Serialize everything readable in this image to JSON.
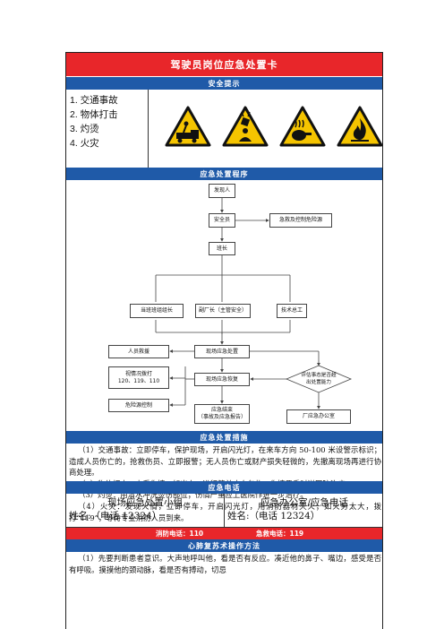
{
  "card_title": "驾驶员岗位应急处置卡",
  "sections": {
    "safety_tips": "安全提示",
    "procedure": "应急处置程序",
    "measures": "应急处置措施",
    "phone": "应急电话",
    "cpr": "心肺复苏术操作方法"
  },
  "hazards": [
    "1. 交通事故",
    "2. 物体打击",
    "3. 灼烫",
    "4. 火灾"
  ],
  "colors": {
    "red": "#e8262a",
    "blue": "#1f5aa8",
    "sign_yellow": "#f5c400"
  },
  "signs": [
    {
      "icon": "traffic-warning-icon"
    },
    {
      "icon": "falling-object-warning-icon"
    },
    {
      "icon": "burn-warning-icon"
    },
    {
      "icon": "fire-warning-icon"
    }
  ],
  "flow": {
    "discoverer": "发现人",
    "safety_officer": "安全员",
    "rescue": "急救及控制危险源",
    "team_leader": "班长",
    "shift_leader": "当班班组组长",
    "deputy_director": "副厂长（主管安全）",
    "tech_chief": "技术总工",
    "personnel_rescue": "人员救援",
    "onsite_disposal": "现场应急处置",
    "report_line1": "视情况拨打",
    "report_line2": "120、119、110",
    "onsite_recovery": "现场应急恢复",
    "evaluate_line1": "评估事态是否超",
    "evaluate_line2": "出处置能力",
    "hazard_control": "危险源控制",
    "end_line1": "应急结束",
    "end_line2": "（事故及应急报告）",
    "emergency_office": "厂应急办公室"
  },
  "measures": [
    "（1）交通事故：立即停车，保护现场，开启闪光灯，在来车方向 50-100 米设警示标识；造成人员伤亡的，抢救伤员、立即报警；无人员伤亡或财产损失轻微的，先撤离现场再进行协商处理。",
    "（2）物体打击：查看伤情，如出血，进行简单止血包扎；伤情严重时送医院治疗。",
    "（3）灼烫：用清水冲洗烫伤部位；伤情严重应上医院作进一步治疗。",
    "（4）火灾：发现火情，立即停车，开启闪光灯，用消防器材灭火；如火势太大，拨打“119”，等待专业消防人员到来。"
  ],
  "contacts": [
    {
      "name": "现场应急处置小组",
      "line": "姓名:（电话 12324）"
    },
    {
      "name": "应急办公室/应急电话",
      "line": "姓名:（电话 12324）"
    }
  ],
  "phones": {
    "fire": "消防电话：110",
    "emergency": "急救电话：119"
  },
  "cpr_text": "（1）先要判断患者意识。大声地呼叫他，看是否有反应。凑近他的鼻子、嘴边，感受是否有呼吸。摸摸他的颈动脉，看是否有搏动，切忌"
}
